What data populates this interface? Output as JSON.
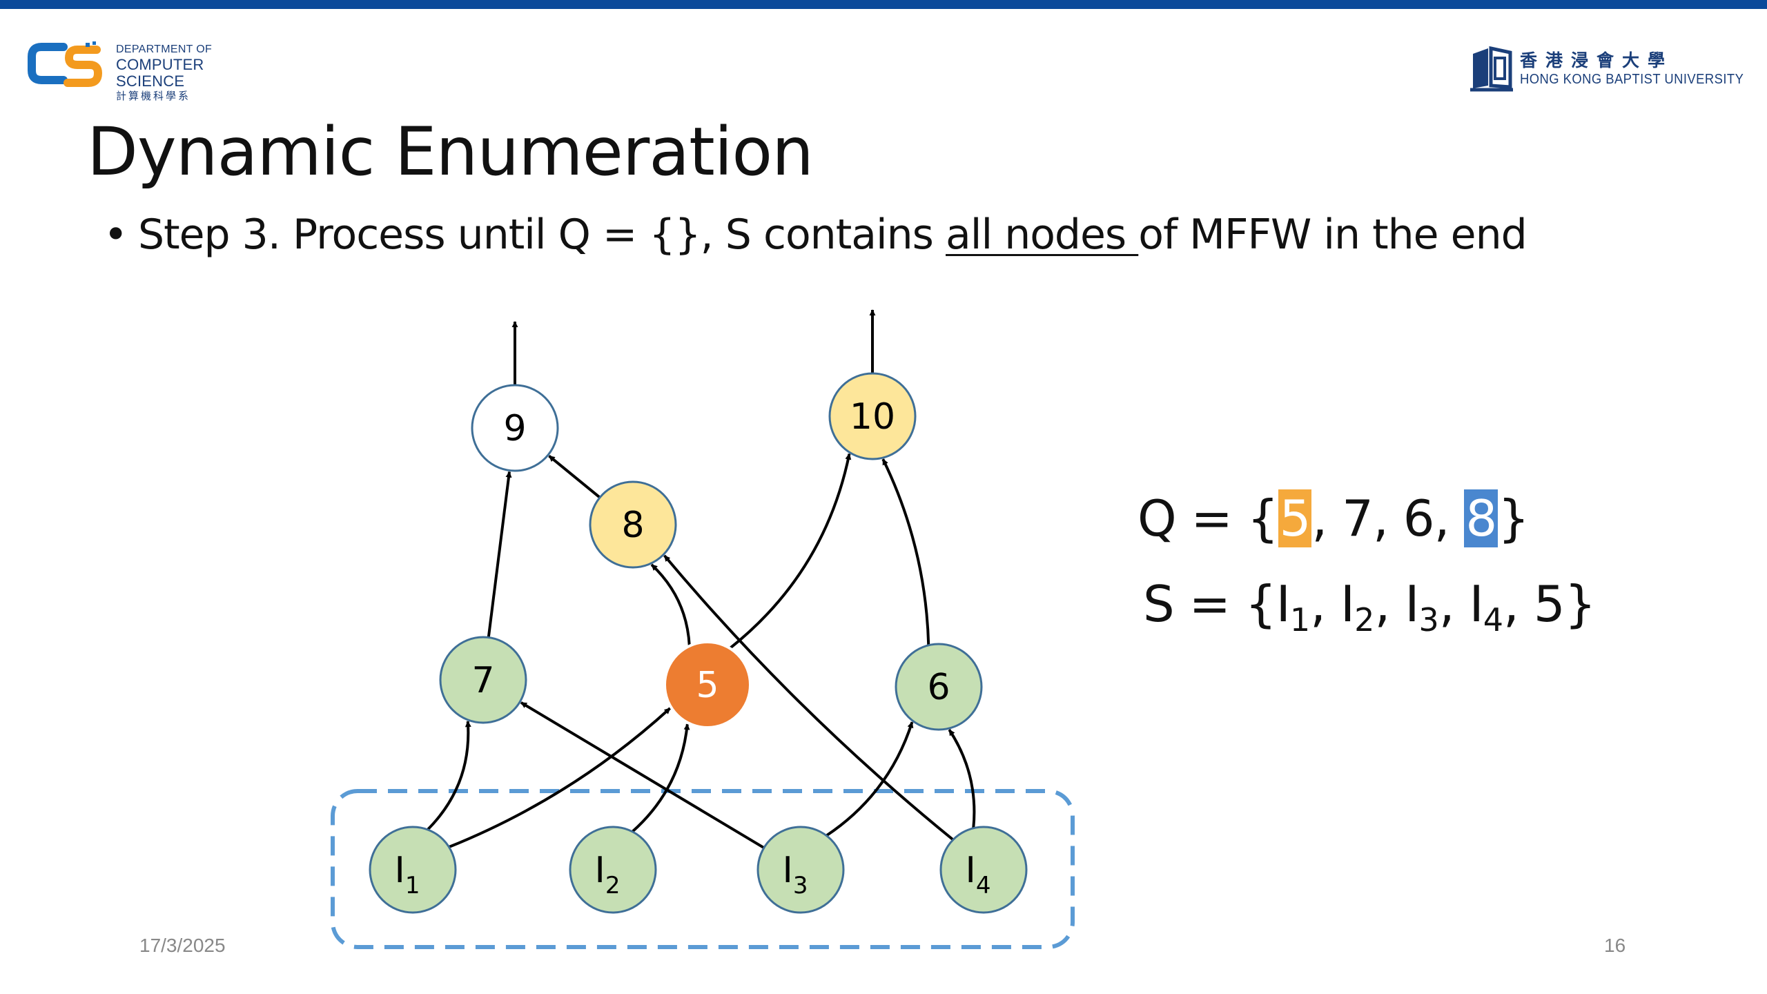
{
  "header": {
    "dept_line1": "DEPARTMENT OF",
    "dept_line2": "COMPUTER SCIENCE",
    "dept_line3": "計算機科學系",
    "uni_cn": "香港浸會大學",
    "uni_en": "HONG KONG BAPTIST UNIVERSITY"
  },
  "slide": {
    "title": "Dynamic Enumeration",
    "bullet_marker": "•",
    "bullet_before": "Step 3. Process until Q = {}, S contains ",
    "bullet_underlined": "all nodes ",
    "bullet_after": "of MFFW in the end"
  },
  "colors": {
    "green": "#c6dfb4",
    "yellow": "#fde69a",
    "orange": "#ed7d31",
    "white": "#ffffff",
    "node_stroke": "#3f6f97",
    "dashed_box": "#5b9bd5",
    "highlight_orange": "#f5a93c",
    "highlight_blue": "#4a87cf"
  },
  "graph": {
    "nodes": [
      {
        "id": "n9",
        "label": "9",
        "sub": "",
        "fill": "white"
      },
      {
        "id": "n10",
        "label": "10",
        "sub": "",
        "fill": "yellow"
      },
      {
        "id": "n8",
        "label": "8",
        "sub": "",
        "fill": "yellow"
      },
      {
        "id": "n7",
        "label": "7",
        "sub": "",
        "fill": "green"
      },
      {
        "id": "n5",
        "label": "5",
        "sub": "",
        "fill": "orange"
      },
      {
        "id": "n6",
        "label": "6",
        "sub": "",
        "fill": "green"
      },
      {
        "id": "i1",
        "label": "I",
        "sub": "1",
        "fill": "green"
      },
      {
        "id": "i2",
        "label": "I",
        "sub": "2",
        "fill": "green"
      },
      {
        "id": "i3",
        "label": "I",
        "sub": "3",
        "fill": "green"
      },
      {
        "id": "i4",
        "label": "I",
        "sub": "4",
        "fill": "green"
      }
    ],
    "edges": [
      {
        "from": "i1",
        "to": "n7"
      },
      {
        "from": "i1",
        "to": "n5"
      },
      {
        "from": "i2",
        "to": "n5"
      },
      {
        "from": "i3",
        "to": "n7"
      },
      {
        "from": "i3",
        "to": "n6"
      },
      {
        "from": "i4",
        "to": "n8"
      },
      {
        "from": "i4",
        "to": "n6"
      },
      {
        "from": "n7",
        "to": "n9"
      },
      {
        "from": "n5",
        "to": "n8"
      },
      {
        "from": "n5",
        "to": "n10"
      },
      {
        "from": "n8",
        "to": "n9"
      },
      {
        "from": "n6",
        "to": "n10"
      },
      {
        "from": "n9",
        "to": "out"
      },
      {
        "from": "n10",
        "to": "out"
      }
    ]
  },
  "queue": {
    "prefix": "Q = {",
    "first": "5",
    "middle": ", 7, 6, ",
    "last": "8",
    "suffix": "}"
  },
  "set_s": {
    "prefix": "S = {",
    "items": [
      {
        "label": "I",
        "sub": "1",
        "sep": ", "
      },
      {
        "label": "I",
        "sub": "2",
        "sep": ", "
      },
      {
        "label": "I",
        "sub": "3",
        "sep": ", "
      },
      {
        "label": "I",
        "sub": "4",
        "sep": ", "
      }
    ],
    "tail": "5",
    "suffix": "}"
  },
  "footer": {
    "date": "17/3/2025",
    "page": "16"
  }
}
